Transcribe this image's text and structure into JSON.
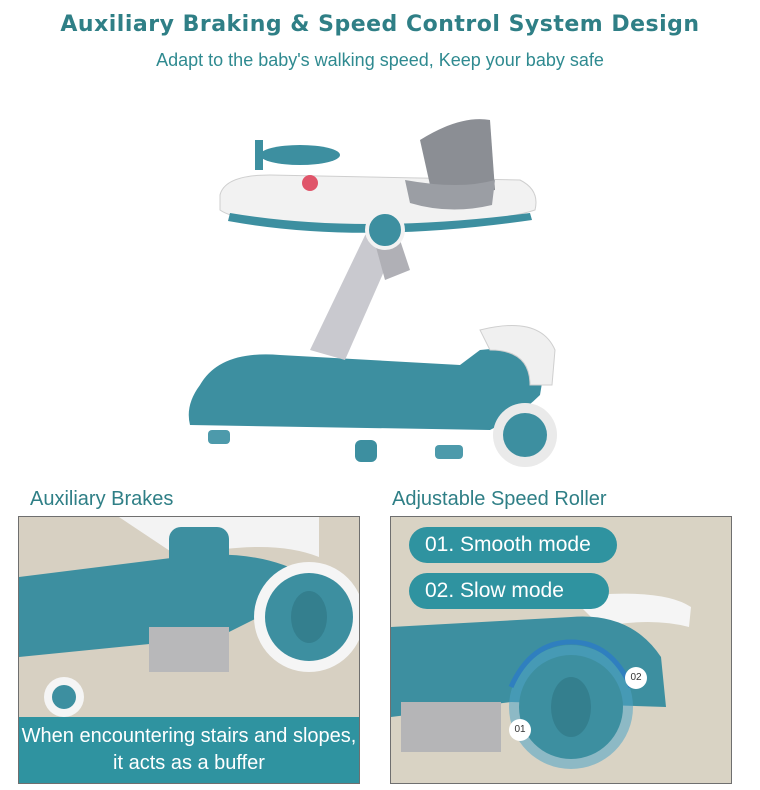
{
  "header": {
    "title": "Auxiliary Braking & Speed Control System Design",
    "subtitle": "Adapt to the baby's walking speed, Keep your baby safe"
  },
  "left_panel": {
    "label": "Auxiliary Brakes",
    "caption": "When encountering stairs and slopes, it acts as a buffer"
  },
  "right_panel": {
    "label": "Adjustable Speed Roller",
    "modes": [
      "01. Smooth mode",
      "02. Slow mode"
    ],
    "roller_markers": [
      "01",
      "02"
    ]
  },
  "colors": {
    "accent": "#2f93a0",
    "title": "#2f7f86",
    "product_body": "#3d8fa0",
    "product_white": "#f2f2f2"
  }
}
